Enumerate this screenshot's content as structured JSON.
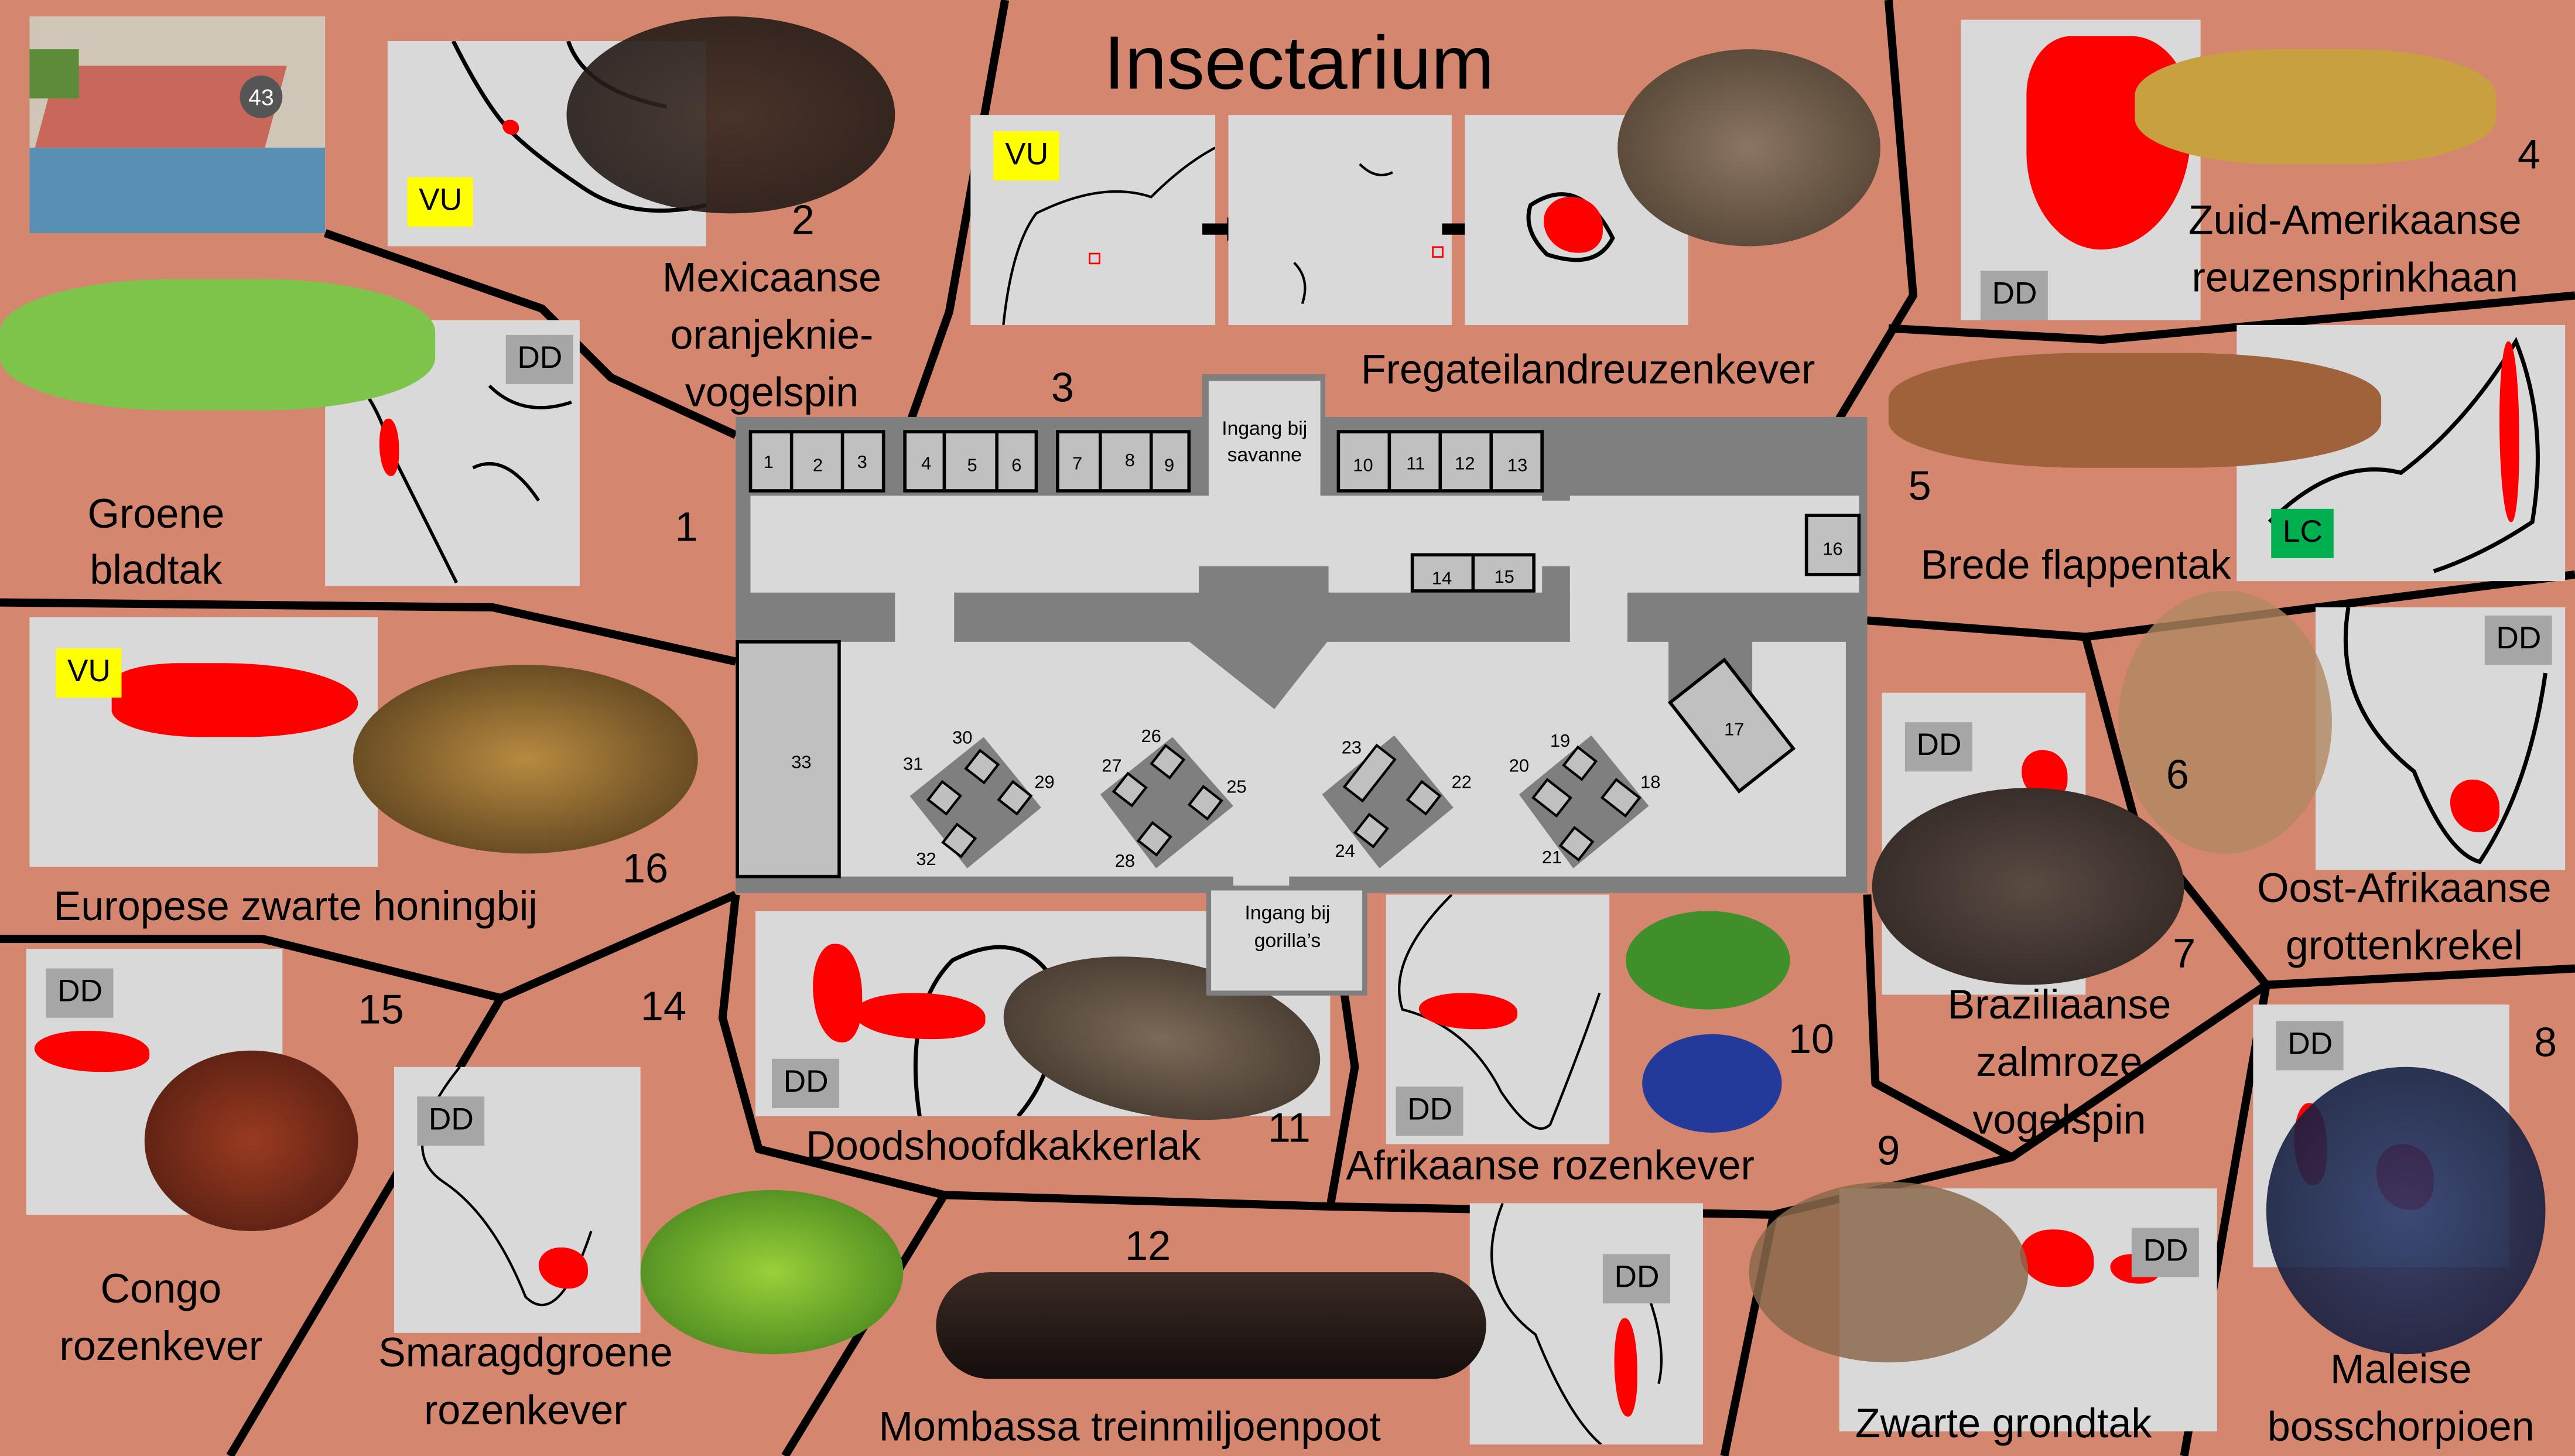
{
  "title": "Insectarium",
  "entrances": {
    "savanne": [
      "Ingang bij",
      "savanne"
    ],
    "gorillas": [
      "Ingang bij",
      "gorilla’s"
    ]
  },
  "zoo_map_badge": "43",
  "colors": {
    "background": "#d4866e",
    "VU": "#ffff00",
    "DD": "#a6a6a6",
    "LC": "#00b050",
    "range": "#ff0000",
    "wall": "#7f7f7f",
    "floor": "#d9d9d9"
  },
  "species": [
    {
      "number": "1",
      "name": [
        "Groene",
        "bladtak"
      ],
      "status": "DD"
    },
    {
      "number": "2",
      "name": [
        "Mexicaanse",
        "oranjeknie-",
        "vogelspin"
      ],
      "status": "VU"
    },
    {
      "number": "3",
      "name": [
        "Fregateilandreuzenkever"
      ],
      "status": "VU"
    },
    {
      "number": "4",
      "name": [
        "Zuid-Amerikaanse",
        "reuzensprinkhaan"
      ],
      "status": "DD"
    },
    {
      "number": "5",
      "name": [
        "Brede flappentak"
      ],
      "status": "LC"
    },
    {
      "number": "6",
      "name": [
        "Oost-Afrikaanse",
        "grottenkrekel"
      ],
      "status": "DD"
    },
    {
      "number": "7",
      "name": [
        "Braziliaanse",
        "zalmroze",
        "vogelspin"
      ],
      "status": "DD"
    },
    {
      "number": "8",
      "name": [
        "Maleise",
        "bosschorpioen"
      ],
      "status": "DD"
    },
    {
      "number": "9",
      "name": [
        "Zwarte grondtak"
      ],
      "status": "DD"
    },
    {
      "number": "10",
      "name": [
        "Afrikaanse rozenkever"
      ],
      "status": "DD"
    },
    {
      "number": "11",
      "name": [
        "Doodshoofdkakkerlak"
      ],
      "status": "DD"
    },
    {
      "number": "12",
      "name": [
        "Mombassa treinmiljoenpoot"
      ],
      "status": "DD"
    },
    {
      "number": "14",
      "name": [
        "Smaragdgroene",
        "rozenkever"
      ],
      "status": "DD"
    },
    {
      "number": "15",
      "name": [
        "Congo",
        "rozenkever"
      ],
      "status": "DD"
    },
    {
      "number": "16",
      "name": [
        "Europese zwarte honingbij"
      ],
      "status": "VU"
    }
  ],
  "plan_numbers": [
    "1",
    "2",
    "3",
    "4",
    "5",
    "6",
    "7",
    "8",
    "9",
    "10",
    "11",
    "12",
    "13",
    "14",
    "15",
    "16",
    "17",
    "18",
    "19",
    "20",
    "21",
    "22",
    "23",
    "24",
    "25",
    "26",
    "27",
    "28",
    "29",
    "30",
    "31",
    "32",
    "33"
  ]
}
